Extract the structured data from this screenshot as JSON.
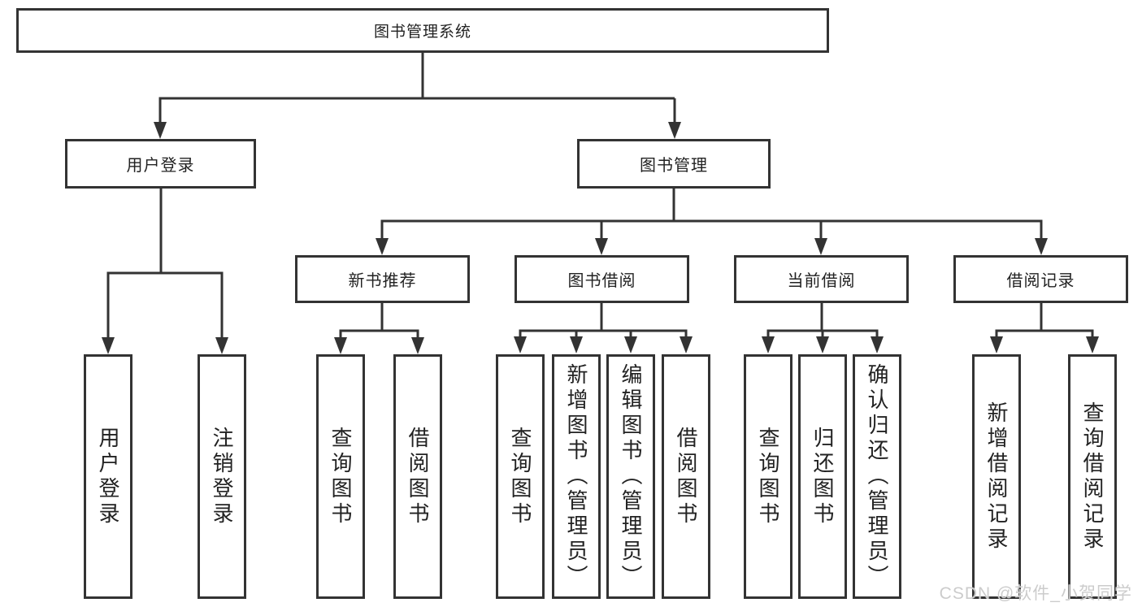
{
  "diagram": {
    "root": "图书管理系统",
    "branches": [
      {
        "label": "用户登录",
        "leaves": [
          "用户登录",
          "注销登录"
        ]
      },
      {
        "label": "图书管理",
        "groups": [
          {
            "label": "新书推荐",
            "leaves": [
              "查询图书",
              "借阅图书"
            ]
          },
          {
            "label": "图书借阅",
            "leaves": [
              "查询图书",
              "新增图书（管理员）",
              "编辑图书（管理员）",
              "借阅图书"
            ]
          },
          {
            "label": "当前借阅",
            "leaves": [
              "查询图书",
              "归还图书",
              "确认归还（管理员）"
            ]
          },
          {
            "label": "借阅记录",
            "leaves": [
              "新增借阅记录",
              "查询借阅记录"
            ]
          }
        ]
      }
    ],
    "colors": {
      "line": "#333333",
      "text": "#222222",
      "watermark": "#cccccc"
    }
  },
  "watermark": "CSDN @软件_小贺同学"
}
